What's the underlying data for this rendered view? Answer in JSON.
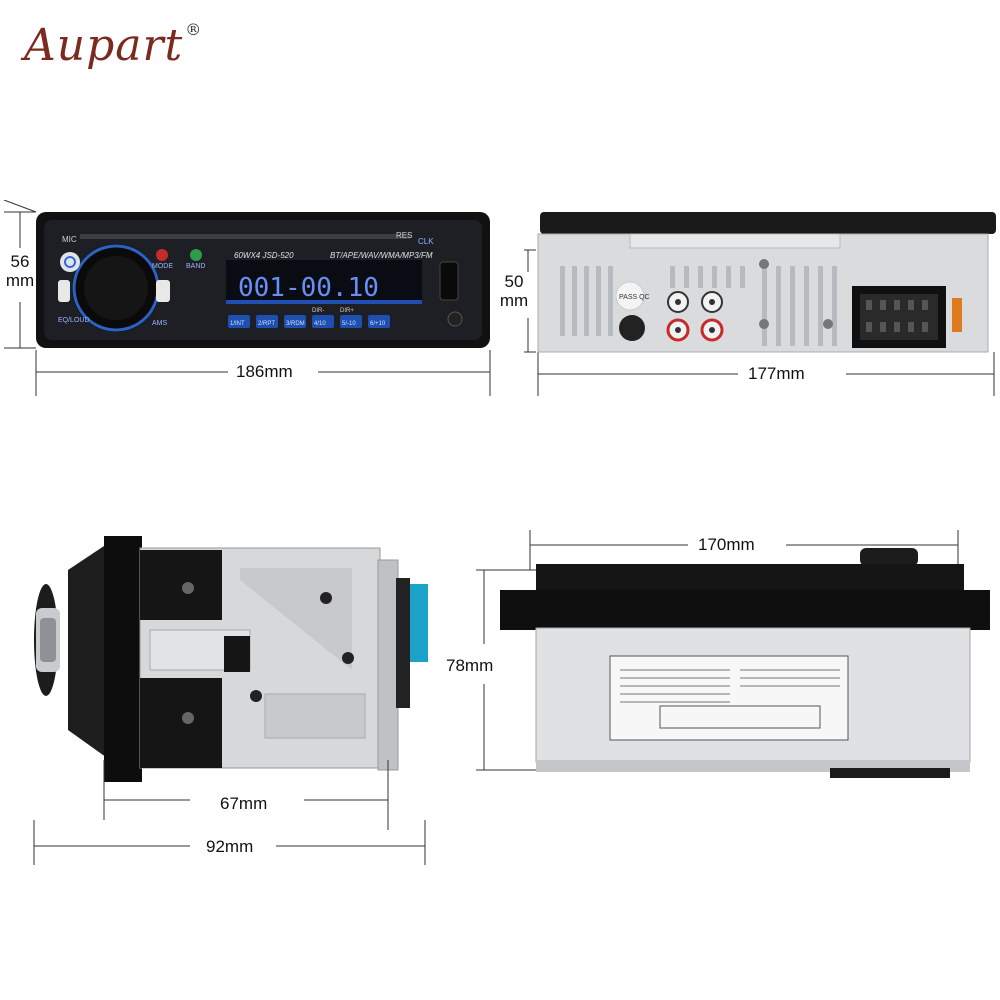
{
  "brand": {
    "name": "Aupart",
    "mark": "®"
  },
  "front_view": {
    "height_line1": "56",
    "height_line2": "mm",
    "width": "186mm",
    "panel": {
      "mic": "MIC",
      "res": "RES",
      "clk": "CLK",
      "model": "60WX4  JSD-520",
      "formats": "BT/APE/WAV/WMA/MP3/FM",
      "display": "001-00.10",
      "mode": "MODE",
      "band": "BAND",
      "ams": "AMS",
      "eq": "EQ/LOUD",
      "presets": [
        "1/INT",
        "2/RPT",
        "3/RDM",
        "4/10",
        "5/-10",
        "6/+10"
      ],
      "dir_minus": "DIR-",
      "dir_plus": "DIR+"
    }
  },
  "back_view": {
    "height_line1": "50",
    "height_line2": "mm",
    "width": "177mm",
    "sticker": "PASS QC"
  },
  "side_view": {
    "depth_body": "67mm",
    "depth_total": "92mm"
  },
  "top_view": {
    "width": "170mm",
    "height": "78mm"
  }
}
